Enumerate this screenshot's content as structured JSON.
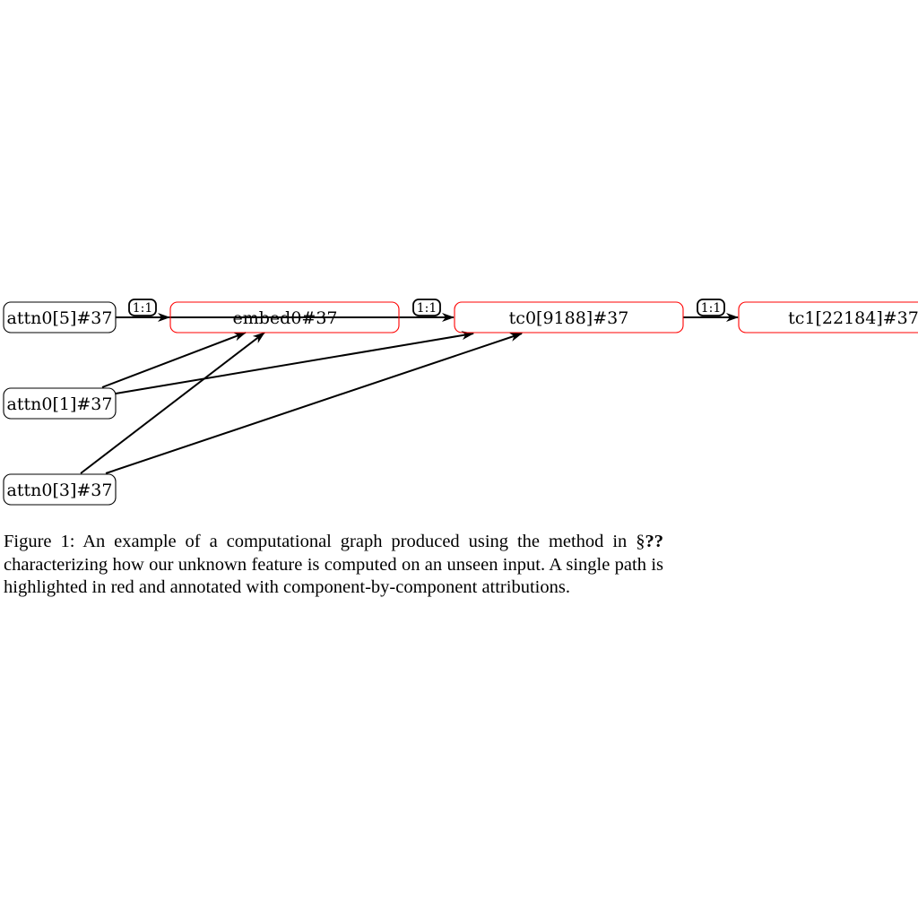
{
  "diagram": {
    "highlight_color": "#ff0000",
    "default_color": "#000000",
    "nodes": [
      {
        "id": "attn0_5",
        "label": "attn0[5]#37",
        "highlighted": false
      },
      {
        "id": "embed0",
        "label": "embed0#37",
        "highlighted": true
      },
      {
        "id": "tc0",
        "label": "tc0[9188]#37",
        "highlighted": true
      },
      {
        "id": "tc1",
        "label": "tc1[22184]#37",
        "highlighted": true
      },
      {
        "id": "attn0_1",
        "label": "attn0[1]#37",
        "highlighted": false
      },
      {
        "id": "attn0_3",
        "label": "attn0[3]#37",
        "highlighted": false
      }
    ],
    "edges": [
      {
        "from": "attn0_5",
        "to": "embed0",
        "label": "1:1"
      },
      {
        "from": "embed0",
        "to": "tc0",
        "label": "1:1"
      },
      {
        "from": "tc0",
        "to": "tc1",
        "label": "1:1"
      },
      {
        "from": "attn0_1",
        "to": "embed0",
        "label": ""
      },
      {
        "from": "attn0_1",
        "to": "tc0",
        "label": ""
      },
      {
        "from": "attn0_3",
        "to": "embed0",
        "label": ""
      },
      {
        "from": "attn0_3",
        "to": "tc0",
        "label": ""
      }
    ]
  },
  "caption": {
    "prefix": "Figure 1: An example of a computational graph produced using the method in §",
    "ref": "??",
    "suffix": " characterizing how our unknown feature is computed on an unseen input. A single path is highlighted in red and annotated with component-by-component attributions."
  }
}
